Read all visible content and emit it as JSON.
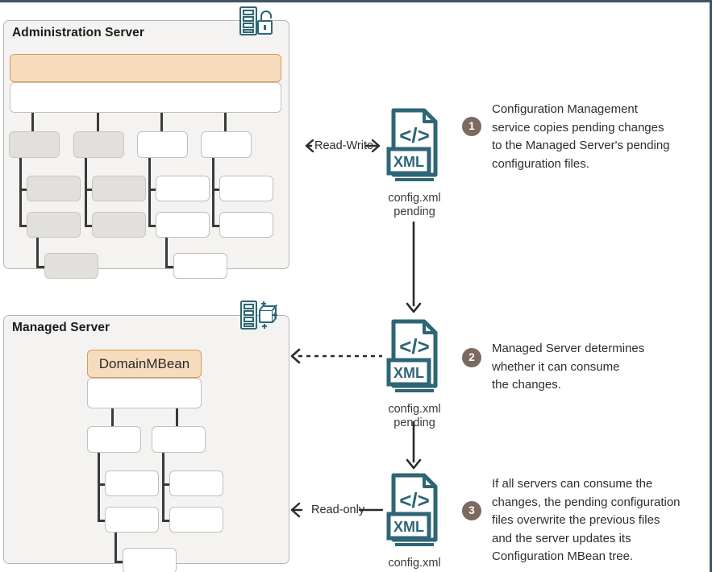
{
  "diagram": {
    "title": "WebLogic configuration change propagation",
    "colors": {
      "panel_bg": "#f4f3f1",
      "panel_border": "#b9b6b1",
      "node_gray": "#e2e0dc",
      "node_white": "#ffffff",
      "node_orange": "#f6dcbd",
      "node_orange_border": "#d49a5e",
      "icon_teal": "#2e6676",
      "step_badge": "#7a6a5f",
      "line": "#3a3a3a",
      "page_border": "#3d5566"
    }
  },
  "panels": [
    {
      "id": "admin-server",
      "title": "Administration Server"
    },
    {
      "id": "managed-server",
      "title": "Managed Server"
    }
  ],
  "nodes": {
    "admin_root_label": "",
    "managed_root_label": "DomainMBean"
  },
  "arrows": [
    {
      "id": "read-write",
      "label": "Read-Write",
      "style": "solid",
      "direction": "both"
    },
    {
      "id": "consume",
      "label": "",
      "style": "dashed",
      "direction": "left"
    },
    {
      "id": "read-only",
      "label": "Read-only",
      "style": "solid",
      "direction": "left"
    }
  ],
  "files": [
    {
      "id": "file-1",
      "caption": "config.xml\npending",
      "code_glyph": "</>",
      "type_label": "XML"
    },
    {
      "id": "file-2",
      "caption": "config.xml\npending",
      "code_glyph": "</>",
      "type_label": "XML"
    },
    {
      "id": "file-3",
      "caption": "config.xml",
      "code_glyph": "</>",
      "type_label": "XML"
    }
  ],
  "steps": [
    {
      "number": "1",
      "text": "Configuration Management\nservice copies pending changes\nto the Managed Server's pending\nconfiguration files."
    },
    {
      "number": "2",
      "text": "Managed Server determines\nwhether it can consume\nthe changes."
    },
    {
      "number": "3",
      "text": "If all servers can consume the\nchanges, the pending configuration\nfiles overwrite the previous files\nand the server updates its\nConfiguration MBean tree."
    }
  ]
}
